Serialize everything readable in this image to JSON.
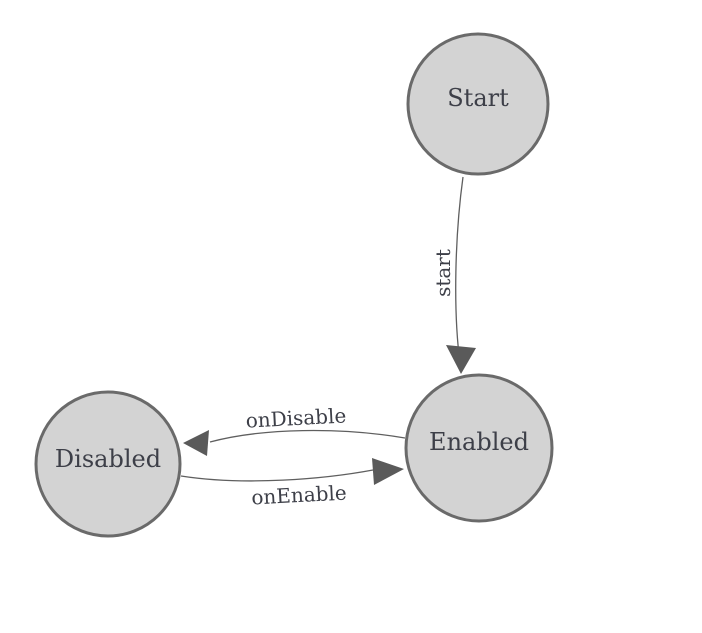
{
  "diagram": {
    "type": "state-machine",
    "background_color": "#ffffff",
    "node_fill_color": "#d3d3d3",
    "node_border_color": "#6a6a6a",
    "edge_color": "#5f5f5f",
    "arrow_color": "#5a5a5a",
    "text_color": "#3d3f48",
    "nodes": [
      {
        "id": "start",
        "label": "Start"
      },
      {
        "id": "enabled",
        "label": "Enabled"
      },
      {
        "id": "disabled",
        "label": "Disabled"
      }
    ],
    "edges": [
      {
        "from": "Start",
        "to": "Enabled",
        "label": "start"
      },
      {
        "from": "Enabled",
        "to": "Disabled",
        "label": "onDisable"
      },
      {
        "from": "Disabled",
        "to": "Enabled",
        "label": "onEnable"
      }
    ]
  }
}
